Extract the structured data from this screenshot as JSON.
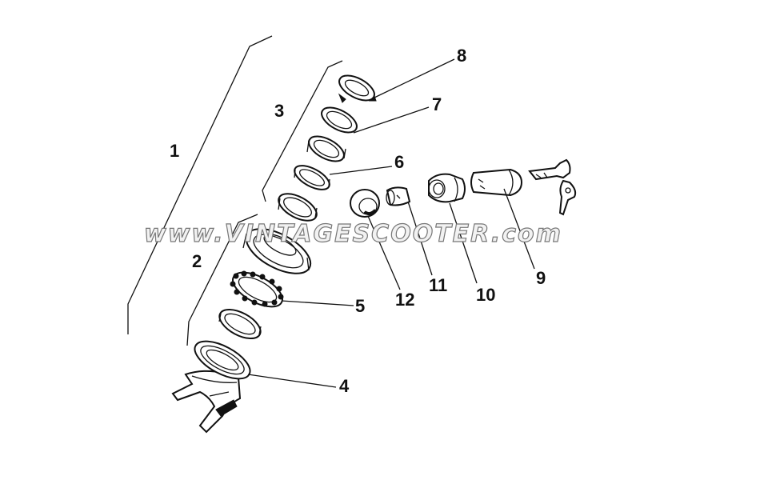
{
  "watermark": "www.VINTAGESCOOTER.com",
  "callouts": {
    "c1": "1",
    "c2": "2",
    "c3": "3",
    "c4": "4",
    "c5": "5",
    "c6": "6",
    "c7": "7",
    "c8": "8",
    "c9": "9",
    "c10": "10",
    "c11": "11",
    "c12": "12"
  },
  "colors": {
    "ink": "#111111",
    "background": "#ffffff",
    "watermark_outline": "#777777"
  },
  "parts": [
    "steering-fork-stem",
    "lower-race-cup",
    "lower-ball-cage",
    "lower-bearing-ring",
    "headset-cup",
    "upper-bearing-ring",
    "upper-race",
    "upper-ring-nut",
    "top-lock-nut",
    "ignition-lock-key",
    "lock-cylinder",
    "lock-housing",
    "lock-sleeve",
    "lock-bushing"
  ]
}
